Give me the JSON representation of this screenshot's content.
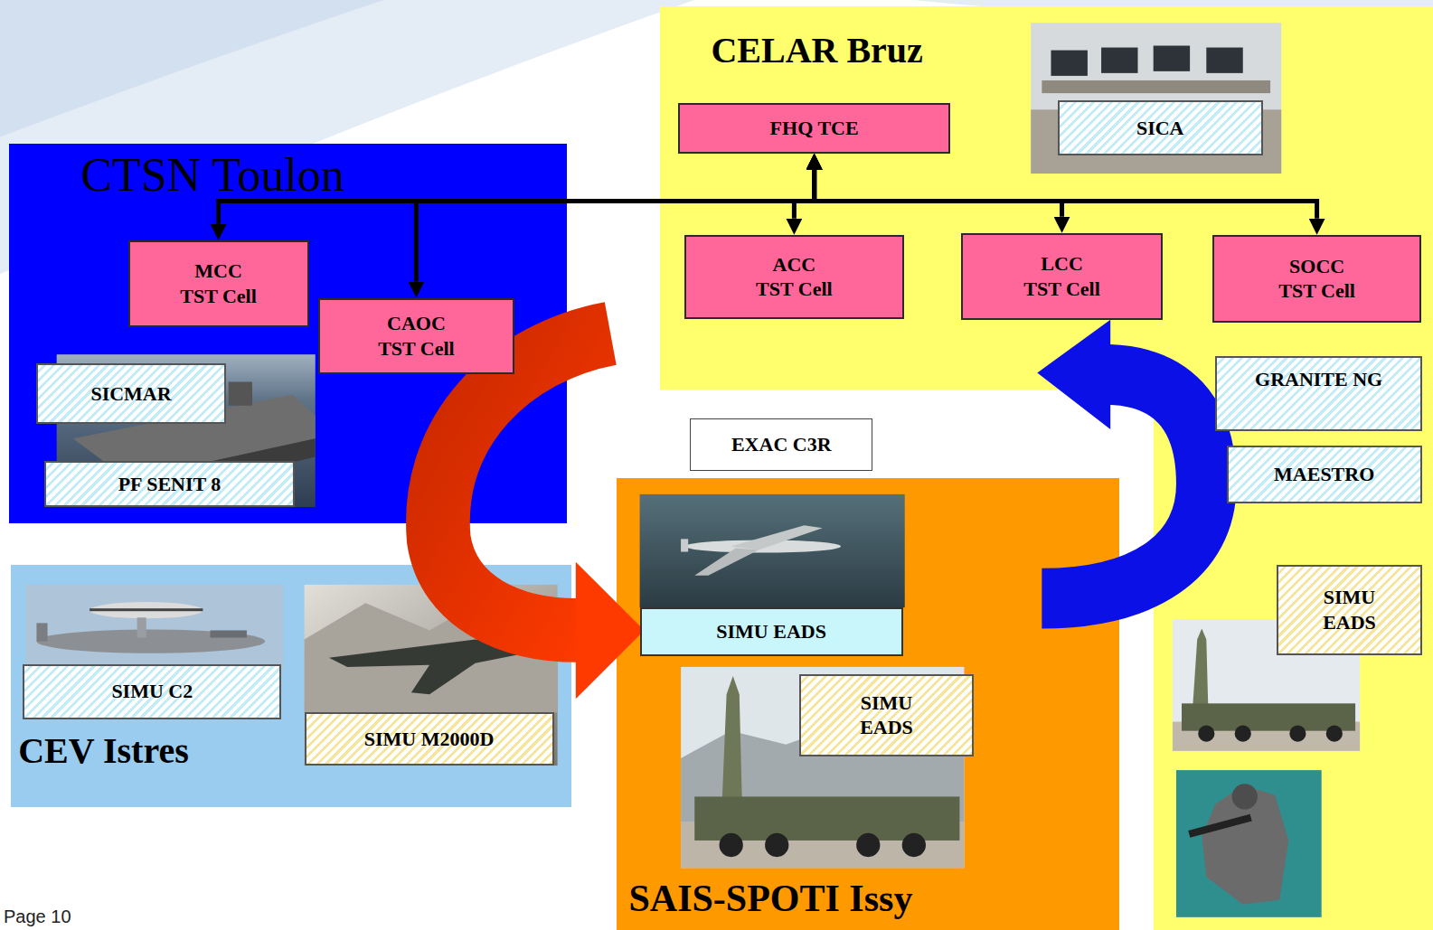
{
  "diagram": {
    "nodes": [
      {
        "text": [
          "CELAR Bruz"
        ]
      },
      {
        "text": [
          "FHQ TCE"
        ],
        "in": 0
      },
      {
        "text": [
          "SICA"
        ],
        "in": 0
      },
      {
        "text": [
          "ACC TST Cell"
        ],
        "in": 0
      },
      {
        "text": [
          "LCC TST Cell"
        ],
        "in": 0
      },
      {
        "text": [
          "SOCC TST Cell"
        ],
        "in": 0
      },
      {
        "text": [
          "GRANITE NG"
        ],
        "in": 0
      },
      {
        "text": [
          "MAESTRO"
        ],
        "in": 0
      },
      {
        "text": [
          "SIMU EADS"
        ],
        "in": 0
      },
      {
        "text": [
          "CTSN Toulon"
        ]
      },
      {
        "text": [
          "MCC TST Cell"
        ],
        "in": 9
      },
      {
        "text": [
          "CAOC TST Cell"
        ],
        "in": 9
      },
      {
        "text": [
          "SICMAR"
        ],
        "in": 9
      },
      {
        "text": [
          "PF SENIT 8"
        ],
        "in": 9
      },
      {
        "text": [
          "EXAC C3R"
        ]
      },
      {
        "text": [
          "CEV Istres"
        ]
      },
      {
        "text": [
          "SIMU C2"
        ],
        "in": 15
      },
      {
        "text": [
          "SIMU M2000D"
        ],
        "in": 15
      },
      {
        "text": [
          "SAIS-SPOTI Issy"
        ]
      },
      {
        "text": [
          "SIMU EADS"
        ],
        "in": 18
      },
      {
        "text": [
          "SIMU EADS"
        ],
        "in": 18
      }
    ],
    "edges": [
      {
        "from": 1,
        "to": 10,
        "arrow": "both"
      },
      {
        "from": 1,
        "to": 11,
        "arrow": "both"
      },
      {
        "from": 1,
        "to": 3,
        "arrow": "both"
      },
      {
        "from": 1,
        "to": 4,
        "arrow": "both"
      },
      {
        "from": 1,
        "to": 5,
        "arrow": "both"
      }
    ],
    "labels": [
      "Page 10"
    ]
  }
}
